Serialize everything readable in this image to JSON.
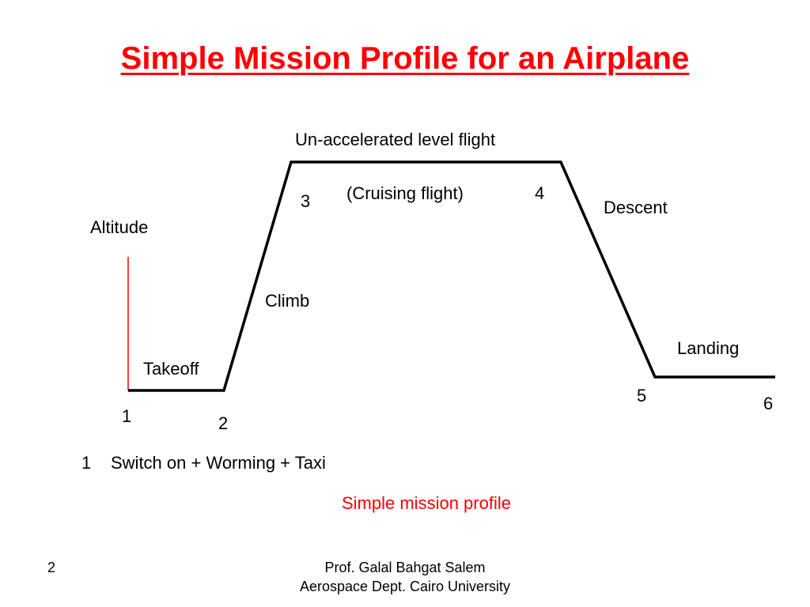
{
  "slide": {
    "title": "Simple Mission Profile for an Airplane",
    "page_number": "2",
    "footer_line1": "Prof. Galal Bahgat Salem",
    "footer_line2": "Aerospace Dept. Cairo University"
  },
  "diagram": {
    "axis_label": "Altitude",
    "line_color": "#000000",
    "axis_color": "#ff0000",
    "caption_color": "#ff0000",
    "labels": {
      "level_flight": "Un-accelerated level flight",
      "cruising": "(Cruising flight)",
      "descent": "Descent",
      "climb": "Climb",
      "landing": "Landing",
      "takeoff": "Takeoff"
    },
    "points": [
      "1",
      "2",
      "3",
      "4",
      "5",
      "6"
    ],
    "note_number": "1",
    "note_text": "Switch on + Worming + Taxi",
    "caption": "Simple mission profile"
  }
}
